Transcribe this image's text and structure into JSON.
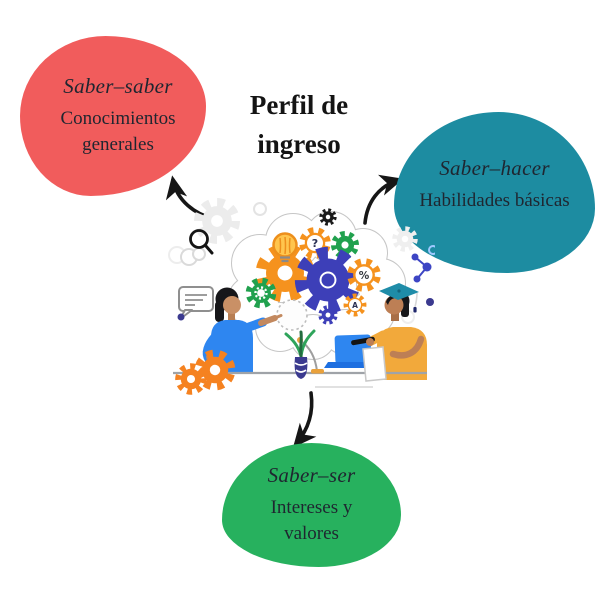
{
  "title": {
    "text": "Perfil de\ningreso"
  },
  "nodes": [
    {
      "id": "saber-saber",
      "label": "Saber–saber",
      "description": "Conocimientos\ngenerales",
      "color": "#F15C5C"
    },
    {
      "id": "saber-hacer",
      "label": "Saber–hacer",
      "description": "Habilidades básicas",
      "color": "#1D8CA1"
    },
    {
      "id": "saber-ser",
      "label": "Saber–ser",
      "description": "Intereses y\nvalores",
      "color": "#27B15E"
    }
  ],
  "arrows": {
    "color": "#161616",
    "items": [
      "arrow-to-saber-saber",
      "arrow-to-saber-hacer",
      "arrow-to-saber-ser"
    ]
  },
  "illustration": {
    "subject": "two students brainstorming under a thought cloud full of gears",
    "glyphs": {
      "question": "?",
      "percent": "%",
      "letter_a": "A"
    },
    "colors": {
      "gear_orange": "#F5921E",
      "gear_indigo": "#3D3FB8",
      "gear_green": "#21A14E",
      "shirt_left_blue": "#2E86F0",
      "shirt_right_orange": "#F2A93B",
      "cap_teal": "#1F8CA8",
      "skin": "#C28A60",
      "cloud_outline": "#C6C6C6"
    }
  }
}
